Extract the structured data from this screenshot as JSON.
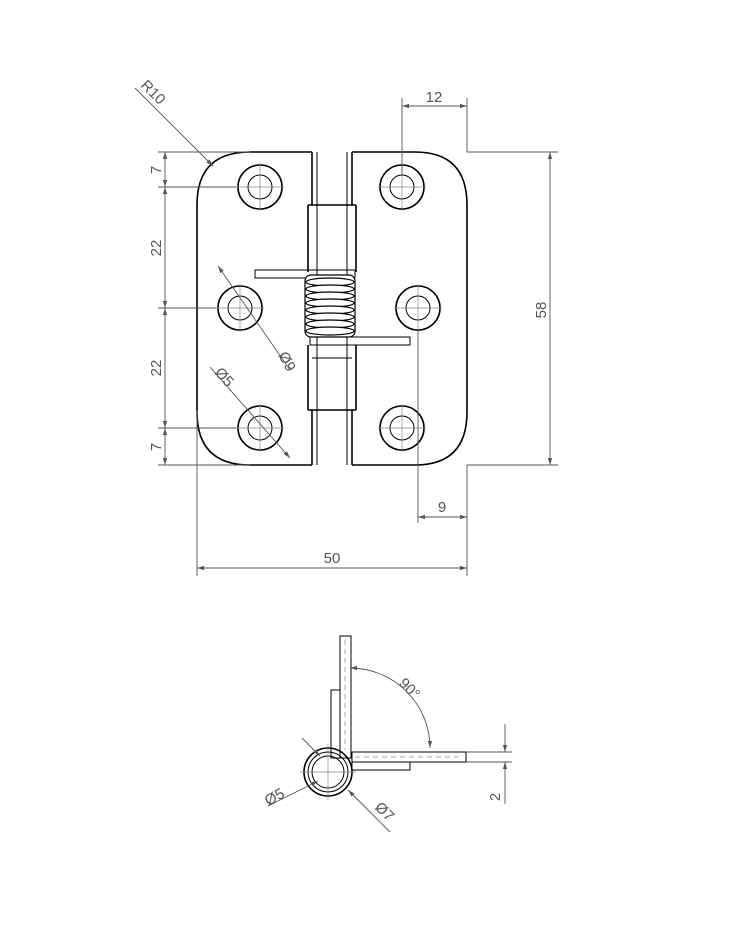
{
  "front_view": {
    "dims": {
      "top_width": "12",
      "height": "58",
      "radius": "R10",
      "edge_top": "7",
      "pitch_upper": "22",
      "pitch_lower": "22",
      "edge_bottom": "7",
      "hole_small": "Ø5",
      "hole_large": "Ø9",
      "hole_offset": "9",
      "overall_width": "50"
    }
  },
  "side_view": {
    "dims": {
      "angle": "90°",
      "pin_diameter": "Ø5",
      "knuckle_diameter": "Ø7",
      "thickness": "2"
    }
  }
}
